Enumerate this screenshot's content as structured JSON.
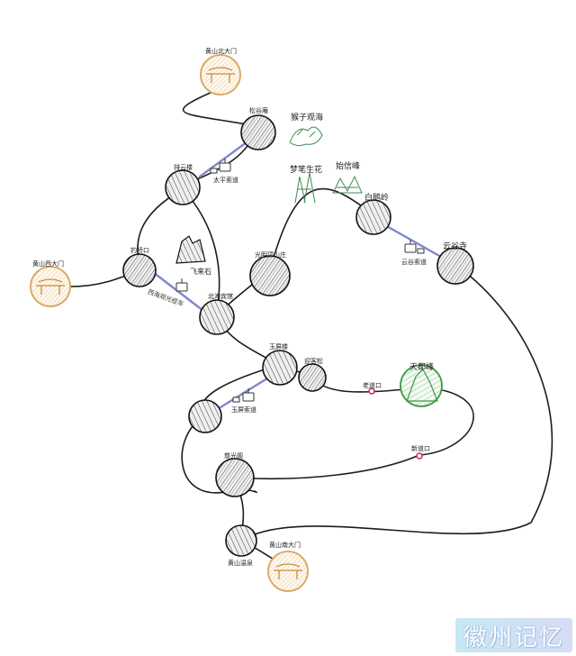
{
  "spots": {
    "north_gate": "黄山北大门",
    "songgu": "松谷庵",
    "paiyun": "排云楼",
    "west_gate": "黄山西大门",
    "diaoqiao": "钓桥口",
    "feilaishi": "飞来石",
    "beihai": "北海宾馆",
    "guangming": "光明顶山庄",
    "bailing": "白鹅岭",
    "yungusi": "云谷寺",
    "yupinglou": "玉屏楼",
    "yingkesong": "迎客松",
    "tiandu": "天都峰",
    "laodaokou": "老道口",
    "xindaokou": "新道口",
    "ciguang": "慈光阁",
    "south_gate": "黄山南大门",
    "wenquan": "黄山温泉"
  },
  "scenery": {
    "houzi": "猴子观海",
    "mengbi": "梦笔生花",
    "shixin": "始信峰"
  },
  "cableways": {
    "taiping": "太平索道",
    "xihai": "西海观光缆车",
    "yungu": "云谷索道",
    "yuping": "玉屏索道"
  },
  "watermark": "徽州记忆",
  "colors": {
    "route": "#1c1c1c",
    "cable": "#7f88cc",
    "gate": "#d9a760",
    "tiandu": "#3c9b47",
    "pin": "#c8245a",
    "scenery": "#3f8a52"
  }
}
